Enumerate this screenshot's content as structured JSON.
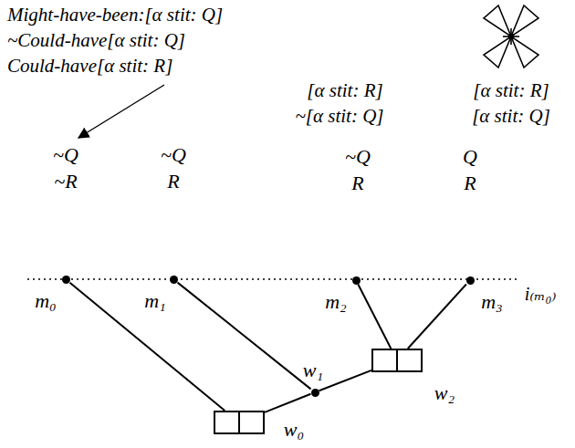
{
  "diagram": {
    "nodes": [
      {
        "text": [
          "m₀"
        ]
      },
      {
        "text": [
          "m₁"
        ]
      },
      {
        "text": [
          "m₂"
        ]
      },
      {
        "text": [
          "m₃"
        ]
      },
      {
        "text": [
          "w₂"
        ]
      },
      {
        "text": [
          "w₁"
        ]
      },
      {
        "text": [
          "w₀"
        ]
      }
    ],
    "edges": [
      {
        "from": 6,
        "to": 0,
        "arrow": "none"
      },
      {
        "from": 6,
        "to": 5,
        "arrow": "none"
      },
      {
        "from": 5,
        "to": 1,
        "arrow": "none"
      },
      {
        "from": 5,
        "to": 4,
        "arrow": "none"
      },
      {
        "from": 4,
        "to": 2,
        "arrow": "none"
      },
      {
        "from": 4,
        "to": 3,
        "arrow": "none"
      }
    ],
    "labels": [
      "Might-have-been:[α stit: Q]",
      "~Could-have[α stit: Q]",
      "Could-have[α stit: R]",
      "[α stit: R]",
      "~[α stit: Q]",
      "[α stit: R]",
      "[α stit: Q]",
      "~Q",
      "~Q",
      "~Q",
      "Q",
      "~R",
      "R",
      "R",
      "R",
      "i₍ₘ₀₎"
    ]
  }
}
